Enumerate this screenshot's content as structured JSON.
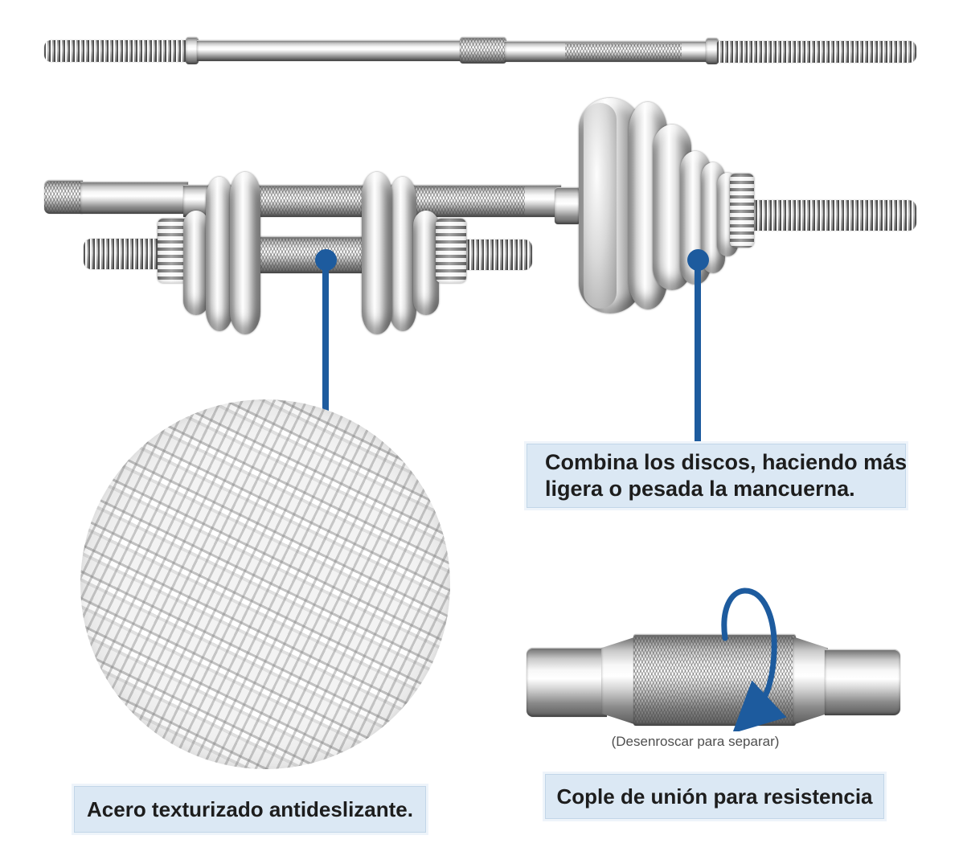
{
  "labels": {
    "combine_line1": "Combina los discos, haciendo más",
    "combine_line2": "ligera o pesada la mancuerna.",
    "texture": "Acero texturizado antideslizante.",
    "coupler": "Cople de unión para resistencia",
    "unscrew": "(Desenroscar para separar)"
  },
  "colors": {
    "callout_blue": "#1d5b9e",
    "label_box_bg": "#dbe8f4",
    "label_box_border": "#c2d6e8",
    "label_text": "#1d1d1d",
    "caption_text": "#4e4e4e",
    "background": "#ffffff"
  },
  "icons": {
    "rotation_arrow": "curved-rotation-arrow",
    "callout_dot": "circle-marker"
  }
}
